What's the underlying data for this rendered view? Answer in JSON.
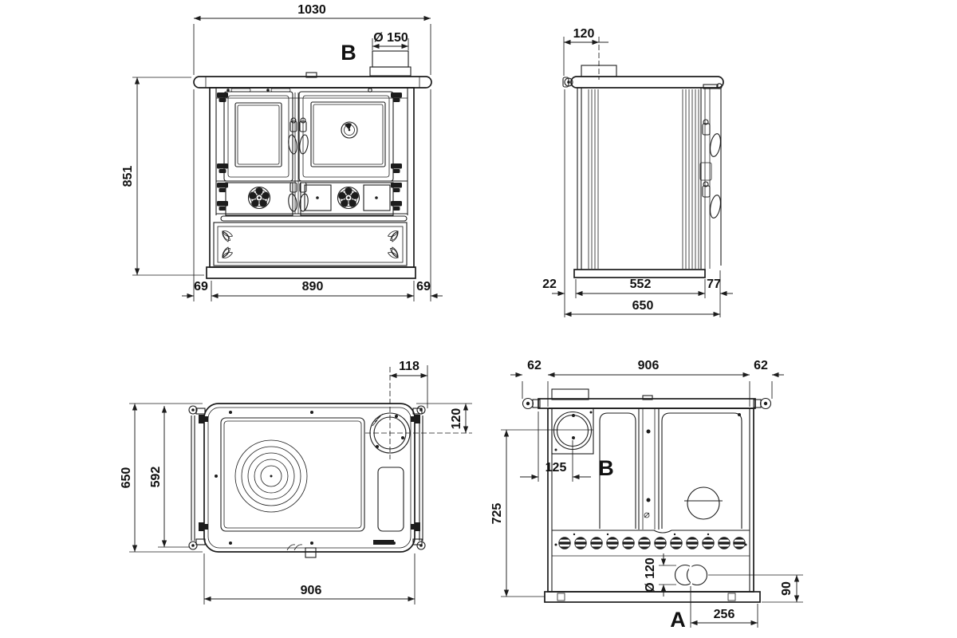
{
  "front": {
    "overall_width": "1030",
    "flue_label": "B",
    "flue_diameter": "Ø 150",
    "overall_height": "851",
    "left_overhang": "69",
    "body_width": "890",
    "right_overhang": "69"
  },
  "side": {
    "flue_center_offset": "120",
    "rear_clearance": "22",
    "base_depth": "552",
    "front_overhang": "77",
    "overall_depth": "650"
  },
  "top": {
    "flue_to_right_edge": "118",
    "flue_from_top_edge": "120",
    "overall_depth": "650",
    "inner_depth": "592",
    "body_width": "906"
  },
  "back": {
    "left_overhang": "62",
    "body_width": "906",
    "right_overhang": "62",
    "flue_center_offset": "125",
    "flue_label": "B",
    "flue_center_height": "725",
    "outlet_diameter": "Ø 120",
    "outlet_height_from_base": "90",
    "outlet_label": "A",
    "outlet_center_offset": "256"
  },
  "colors": {
    "line": "#1c1c1c",
    "background": "#ffffff"
  }
}
